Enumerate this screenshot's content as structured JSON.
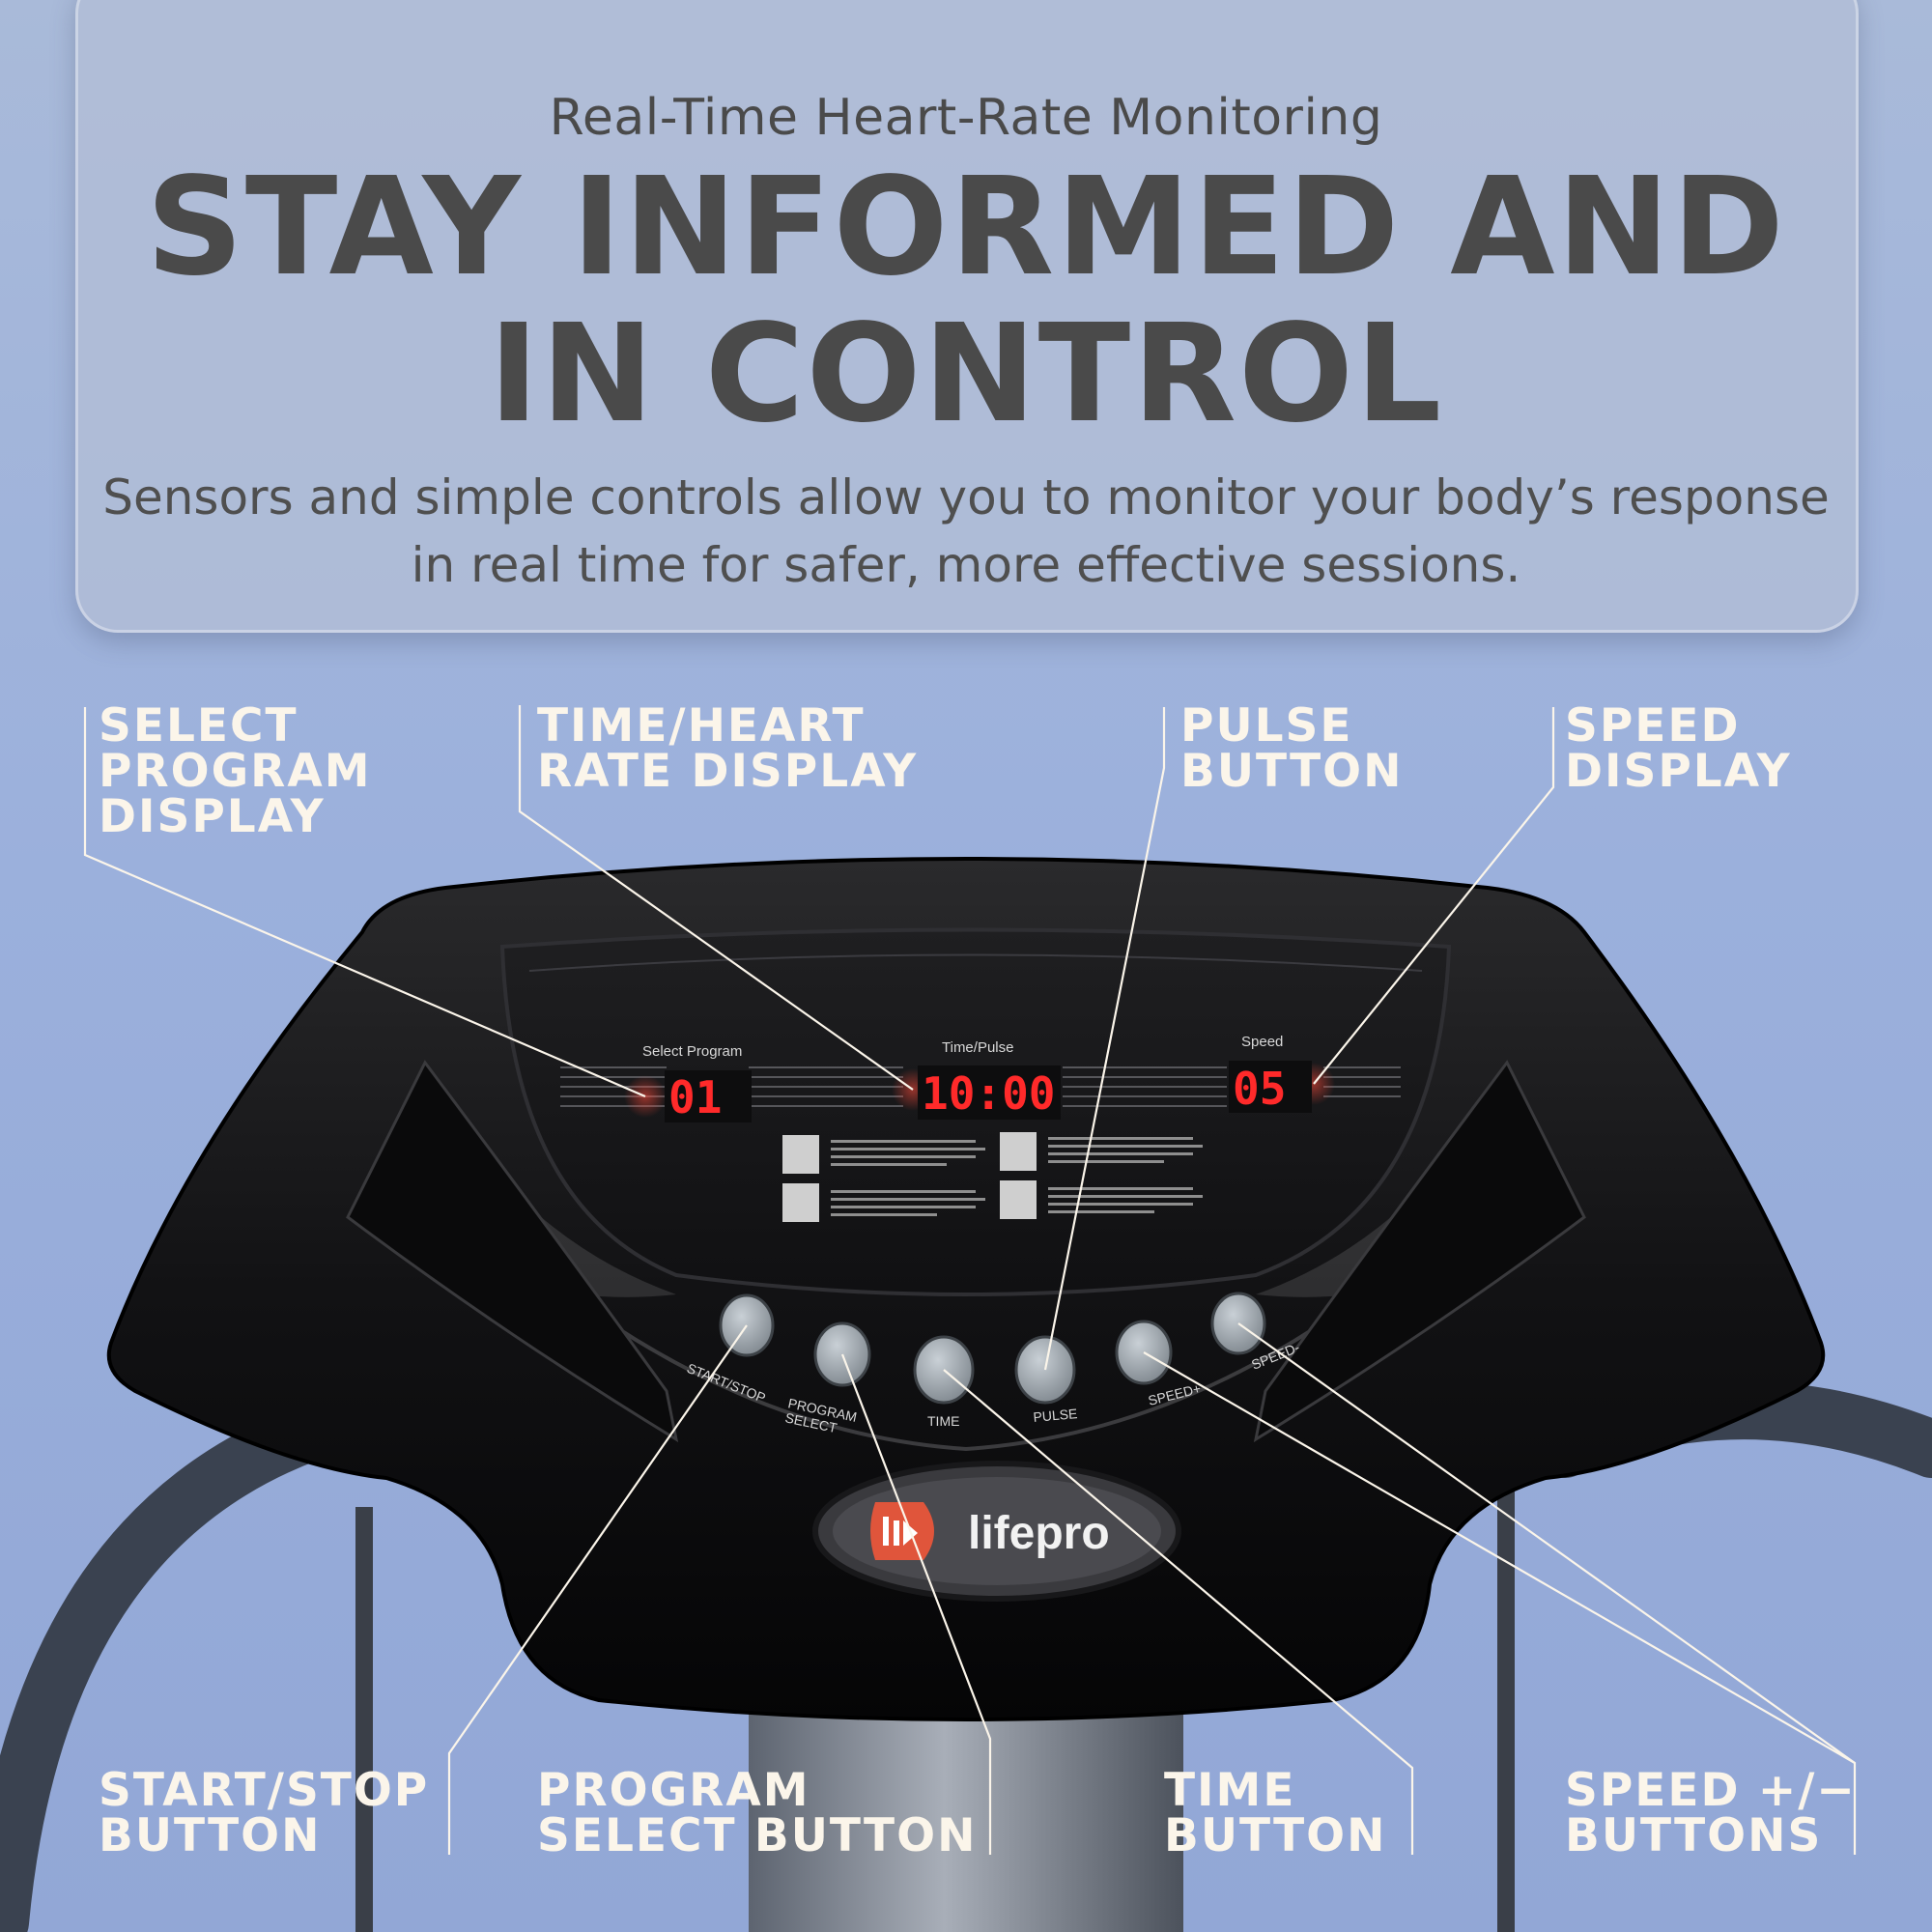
{
  "header": {
    "kicker": "Real-Time Heart-Rate Monitoring",
    "headline": "STAY INFORMED AND IN CONTROL",
    "subtext": "Sensors and simple controls allow you to monitor your body’s response in real time for safer, more effective sessions."
  },
  "callouts": {
    "select_program_display": "SELECT\nPROGRAM\nDISPLAY",
    "time_heart_rate_display": "TIME/HEART\nRATE DISPLAY",
    "pulse_button": "PULSE\nBUTTON",
    "speed_display": "SPEED\nDISPLAY",
    "start_stop_button": "START/STOP\nBUTTON",
    "program_select_button": "PROGRAM\nSELECT BUTTON",
    "time_button": "TIME\nBUTTON",
    "speed_buttons": "SPEED +/−\nBUTTONS"
  },
  "console": {
    "display_labels": {
      "select_program": "Select Program",
      "time_pulse": "Time/Pulse",
      "speed": "Speed"
    },
    "readouts": {
      "program": "01",
      "time": "10:00",
      "speed": "05"
    },
    "buttons": {
      "start_stop": "START/STOP",
      "program_select_line1": "PROGRAM",
      "program_select_line2": "SELECT",
      "time": "TIME",
      "pulse": "PULSE",
      "speed_plus": "SPEED+",
      "speed_minus": "SPEED-"
    },
    "logo": "lifepro"
  },
  "colors": {
    "background": "#9bb0dc",
    "header_text": "#4a4a4a",
    "callout_text": "#fbf5ea",
    "led_red": "#ff2a2a",
    "logo_orange": "#e0553b"
  }
}
